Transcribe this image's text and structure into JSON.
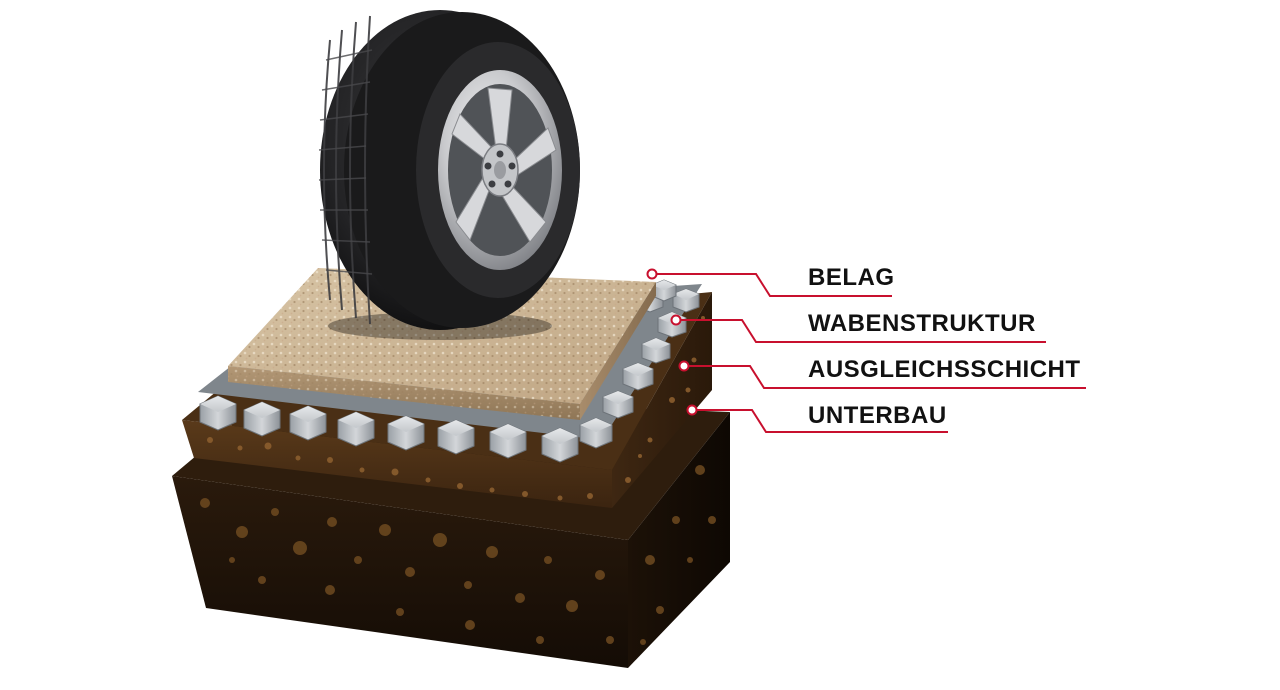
{
  "diagram": {
    "accent_color": "#c8102e",
    "layers": [
      {
        "id": "belag",
        "label": "BELAG"
      },
      {
        "id": "waben",
        "label": "WABENSTRUKTUR"
      },
      {
        "id": "ausgleich",
        "label": "AUSGLEICHSSCHICHT"
      },
      {
        "id": "unterbau",
        "label": "UNTERBAU"
      }
    ],
    "illustration": {
      "icon": "car-tire-icon"
    }
  }
}
